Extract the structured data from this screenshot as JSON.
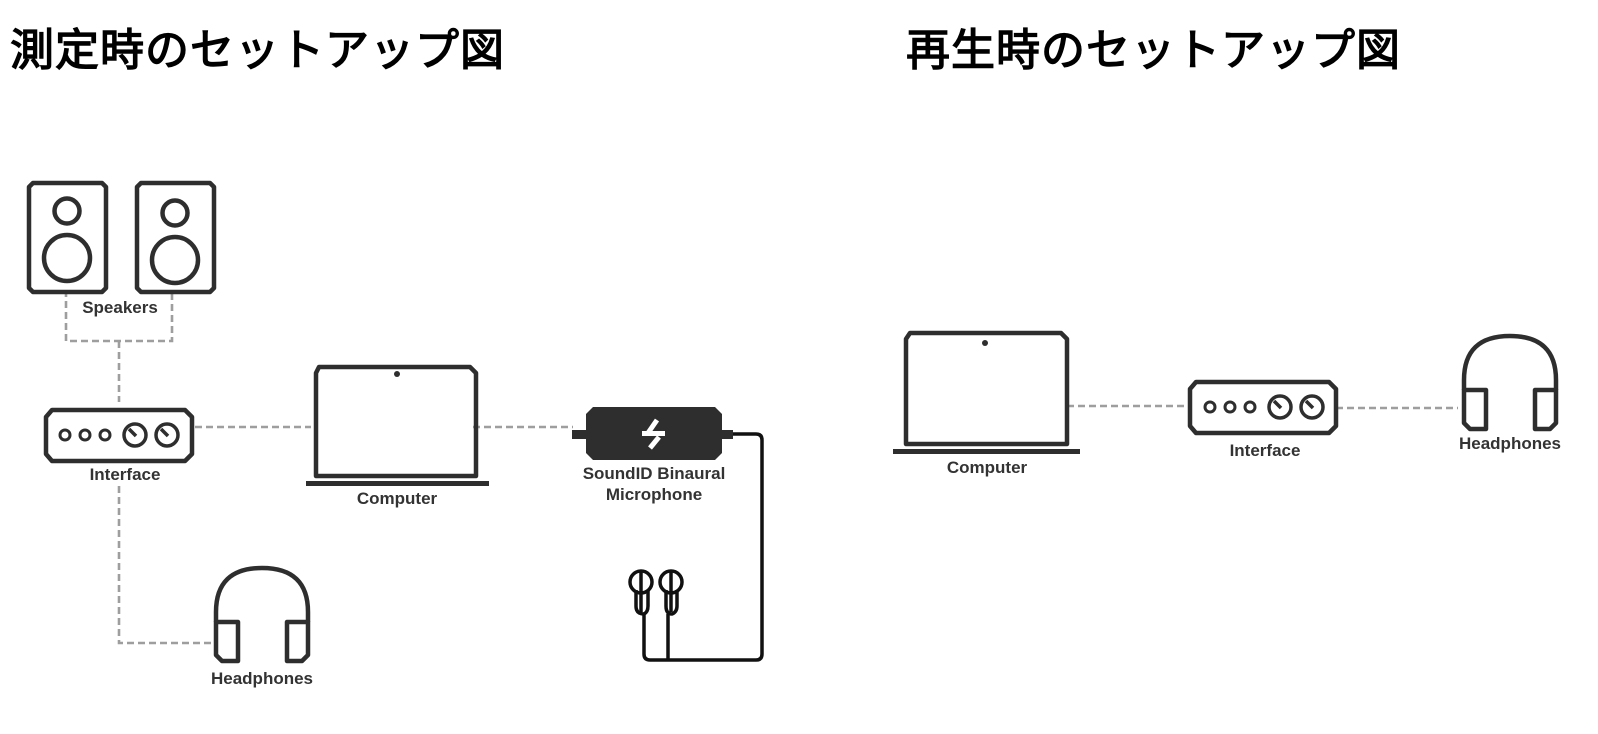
{
  "titles": {
    "measurement": "測定時のセットアップ図",
    "playback": "再生時のセットアップ図"
  },
  "measurement_setup": {
    "speakers_label": "Speakers",
    "interface_label": "Interface",
    "computer_label": "Computer",
    "microphone_label_line1": "SoundID Binaural",
    "microphone_label_line2": "Microphone",
    "headphones_label": "Headphones",
    "icons": [
      "speaker-icon",
      "speaker-icon",
      "audio-interface-icon",
      "laptop-icon",
      "binaural-mic-dongle-icon",
      "earbuds-icon",
      "headphones-icon"
    ],
    "connections": [
      "speakers-interface",
      "interface-computer",
      "computer-microphone",
      "interface-headphones",
      "microphone-earbuds"
    ]
  },
  "playback_setup": {
    "computer_label": "Computer",
    "interface_label": "Interface",
    "headphones_label": "Headphones",
    "icons": [
      "laptop-icon",
      "audio-interface-icon",
      "headphones-icon"
    ],
    "connections": [
      "computer-interface",
      "interface-headphones"
    ]
  },
  "colors": {
    "device_stroke": "#2e2e2e",
    "connection_dash": "#9e9e9e",
    "mic_body": "#2e2e2e",
    "cable": "#111111",
    "label_text": "#333333"
  }
}
